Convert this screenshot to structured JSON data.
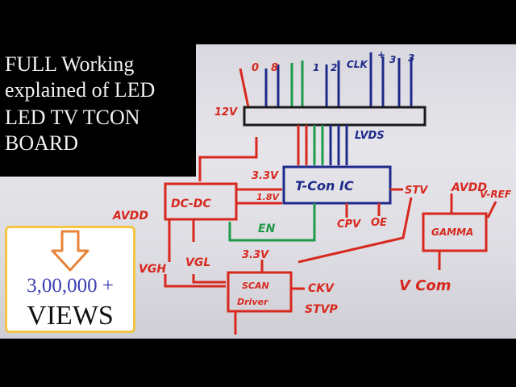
{
  "overlay": {
    "title_lines": [
      "FULL Working",
      "explained of LED",
      "LED TV TCON",
      "BOARD"
    ],
    "views_count": "3,00,000 +",
    "views_label": "VIEWS"
  },
  "diagram": {
    "top_labels": [
      "0",
      "8",
      "1",
      "2",
      "CLK",
      "+",
      "3",
      "3"
    ],
    "voltage_12v": "12V",
    "lvds": "LVDS",
    "tcon_ic": "T-Con IC",
    "dcdc": "DC-DC",
    "avdd_left": "AVDD",
    "v33_a": "3.3V",
    "v18": "1.8V",
    "en": "EN",
    "cpv": "CPV",
    "oe": "OE",
    "stv": "STV",
    "avdd_right": "AVDD",
    "vref": "V-REF",
    "gamma": "GAMMA",
    "vcom": "V Com",
    "vgh": "VGH",
    "vgl": "VGL",
    "v33_b": "3.3V",
    "scan_driver_1": "SCAN",
    "scan_driver_2": "Driver",
    "ckv": "CKV",
    "stvp": "STVP"
  },
  "colors": {
    "ink_red": "#d8281e",
    "ink_blue": "#1e2a8a",
    "ink_green": "#1f9a4a",
    "border_gold": "#f4c542"
  }
}
